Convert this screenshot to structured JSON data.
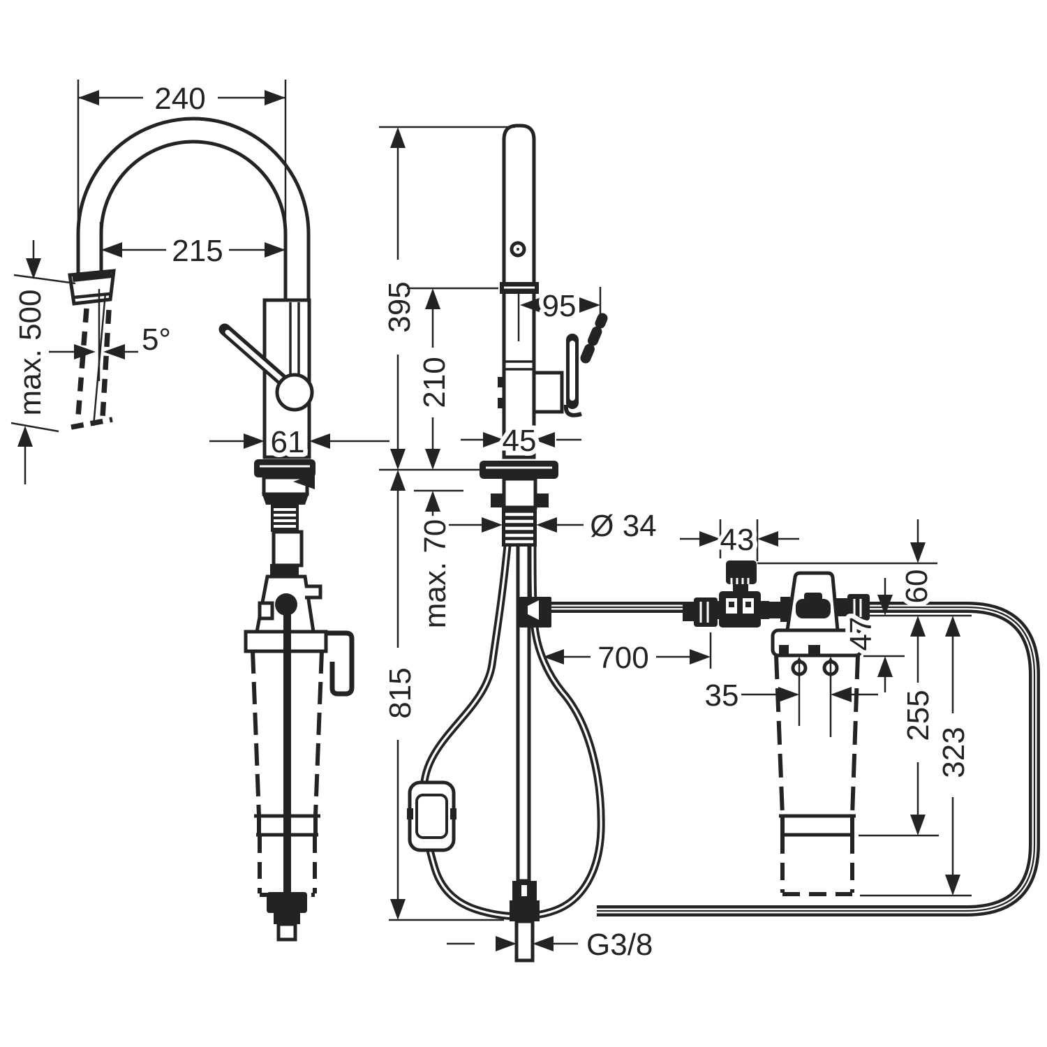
{
  "drawing": {
    "type": "technical-dimension-drawing",
    "subject": "kitchen-mixer-tap-with-pull-out-spray-and-under-sink-filter-unit",
    "colors": {
      "line": "#232323",
      "background": "#ffffff"
    },
    "dimensions": {
      "spout_reach": "240",
      "spout_projection": "215",
      "hose_pull_out_max": "max. 500",
      "spray_angle": "5°",
      "base_width_side": "61",
      "spout_height": "395",
      "handle_projection": "95",
      "outlet_height": "210",
      "base_width_front": "45",
      "counter_thickness_max": "max. 70",
      "tap_hole_diameter": "Ø 34",
      "valve_width": "43",
      "filter_head_offset": "60",
      "filter_head_height": "47",
      "hose_run_length": "700",
      "port_spacing": "35",
      "cartridge_body_height": "255",
      "cartridge_total_height": "323",
      "under_counter_length": "815",
      "supply_connection_thread": "G3/8"
    }
  }
}
